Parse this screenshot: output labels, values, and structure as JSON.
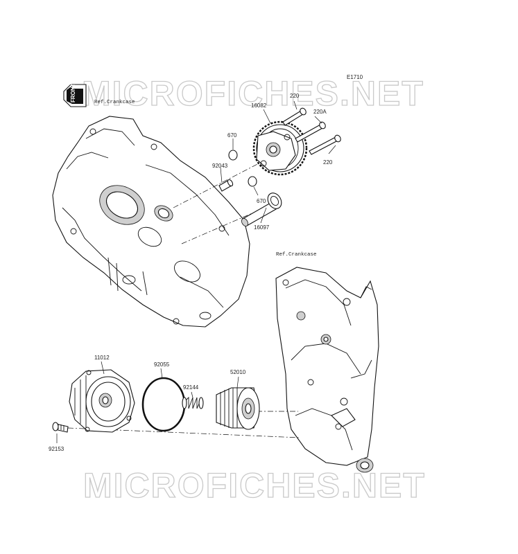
{
  "diagram_code": "E1710",
  "front_label": "FRONT",
  "watermark": "MICROFICHES.NET",
  "ref_labels": [
    "Ref.Crankcase",
    "Ref.Crankcase"
  ],
  "part_numbers": {
    "p220_top": "220",
    "p220a": "220A",
    "p220_bottom": "220",
    "p16082": "16082",
    "p670_top": "670",
    "p670_bottom": "670",
    "p92043": "92043",
    "p16097": "16097",
    "p11012": "11012",
    "p92055": "92055",
    "p92144": "92144",
    "p52010": "52010",
    "p92153": "92153"
  }
}
